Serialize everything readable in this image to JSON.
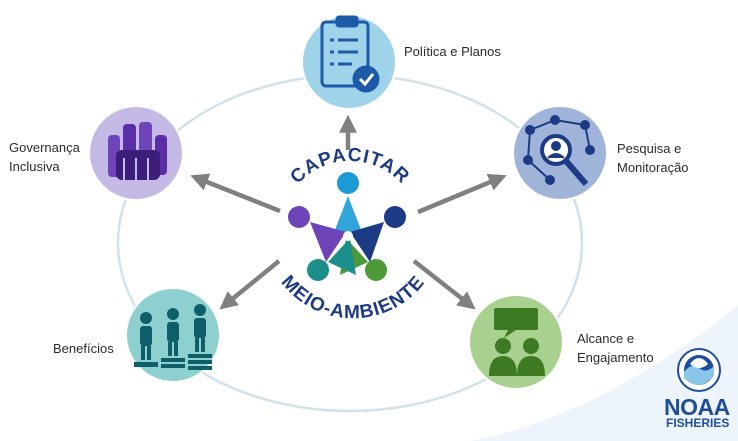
{
  "center": {
    "top_text": "CAPACITAR",
    "bottom_text": "MEIO-AMBIENTE"
  },
  "nodes": {
    "politica": {
      "line1": "Política e Planos",
      "icon": "clipboard-check-icon",
      "color": "#9fd3ea"
    },
    "pesquisa": {
      "line1": "Pesquisa e",
      "line2": "Monitoração",
      "icon": "network-search-icon",
      "color": "#9fb4d8"
    },
    "governanca": {
      "line1": "Governança",
      "line2": "Inclusiva",
      "icon": "raised-hands-icon",
      "color": "#c5b9e6"
    },
    "beneficios": {
      "line1": "Benefícios",
      "icon": "people-podium-icon",
      "color": "#8ed0d0"
    },
    "alcance": {
      "line1": "Alcance e",
      "line2": "Engajamento",
      "icon": "people-chat-icon",
      "color": "#a8d08f"
    }
  },
  "logo": {
    "name": "NOAA",
    "sub": "FISHERIES"
  },
  "colors": {
    "ring": "#d2e2ea",
    "arrow": "#808080",
    "title": "#1d3b85"
  }
}
